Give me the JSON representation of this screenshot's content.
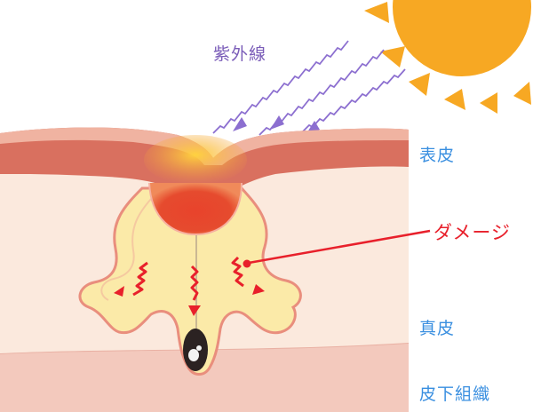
{
  "labels": {
    "uv": "紫外線",
    "epidermis": "表皮",
    "damage": "ダメージ",
    "dermis": "真皮",
    "subcutaneous": "皮下組織"
  },
  "colors": {
    "sun": "#f7a823",
    "uv_rays": "#8c6fd0",
    "epidermis": "#d9705f",
    "dermis": "#fbe9dd",
    "subcutaneous": "#f3c9bd",
    "gland": "#fbeaa8",
    "gland_outline": "#e98e7d",
    "inflammation": "#e8432c",
    "damage_arrow": "#e8202b",
    "label_blue": "#3a8fe0",
    "label_purple": "#7a5cb8"
  }
}
